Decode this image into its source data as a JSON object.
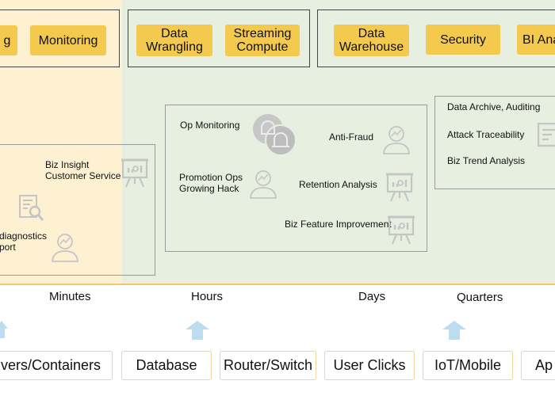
{
  "layers": {
    "top_groups": [
      {
        "items": [
          "g",
          "Monitoring"
        ]
      },
      {
        "items": [
          "Data\nWrangling",
          "Streaming\nCompute"
        ]
      },
      {
        "items": [
          "Data\nWarehouse",
          "Security",
          "BI Ana"
        ]
      }
    ]
  },
  "minutes_panel": {
    "biz_insight": "Biz Insight\nCustomer Service",
    "diagnostics": "diagnostics\nport"
  },
  "hours_panel": {
    "op_monitoring": "Op Monitoring",
    "promotion_ops": "Promotion Ops\nGrowing Hack",
    "anti_fraud": "Anti-Fraud",
    "retention": "Retention Analysis",
    "biz_feature": "Biz Feature Improvement"
  },
  "quarters_panel": {
    "archive": "Data Archive, Auditing",
    "attack": "Attack Traceability",
    "trend": "Biz Trend Analysis"
  },
  "timeline": [
    "Minutes",
    "Hours",
    "Days",
    "Quarters"
  ],
  "sources": [
    "vers/Containers",
    "Database",
    "Router/Switch",
    "User Clicks",
    "IoT/Mobile",
    "Ap"
  ],
  "colors": {
    "pill": "#f3c94e",
    "minutes_bg": "#fdf1d2",
    "hours_bg": "#e7efe0",
    "arrow": "#bcdcf0",
    "source_border": "#f0d39a"
  }
}
